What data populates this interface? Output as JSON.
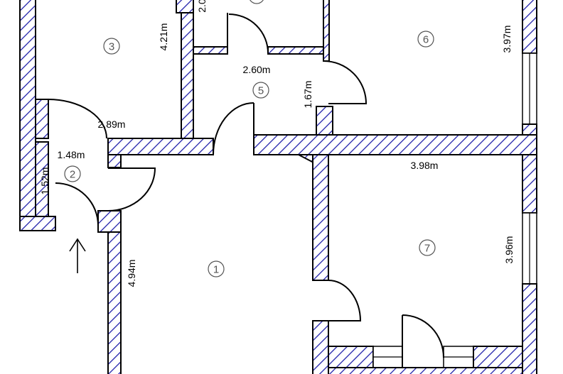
{
  "colors": {
    "hatch": "#1a1aa8",
    "wall_outline": "#000000"
  },
  "rooms": [
    {
      "number": "1",
      "label": "①"
    },
    {
      "number": "2",
      "label": "②"
    },
    {
      "number": "3",
      "label": "③"
    },
    {
      "number": "5",
      "label": "⑤"
    },
    {
      "number": "6",
      "label": "⑥"
    },
    {
      "number": "7",
      "label": "⑦"
    }
  ],
  "dimensions": {
    "d_2_89": "2.89m",
    "d_4_21": "4.21m",
    "d_2_0": "2.0",
    "d_2_60": "2.60m",
    "d_1_67": "1.67m",
    "d_3_97": "3.97m",
    "d_1_48": "1.48m",
    "d_1_52": "1.52m",
    "d_4_94": "4.94m",
    "d_3_98": "3.98m",
    "d_3_96": "3.96m"
  },
  "entrance_icon": "up-arrow-icon"
}
